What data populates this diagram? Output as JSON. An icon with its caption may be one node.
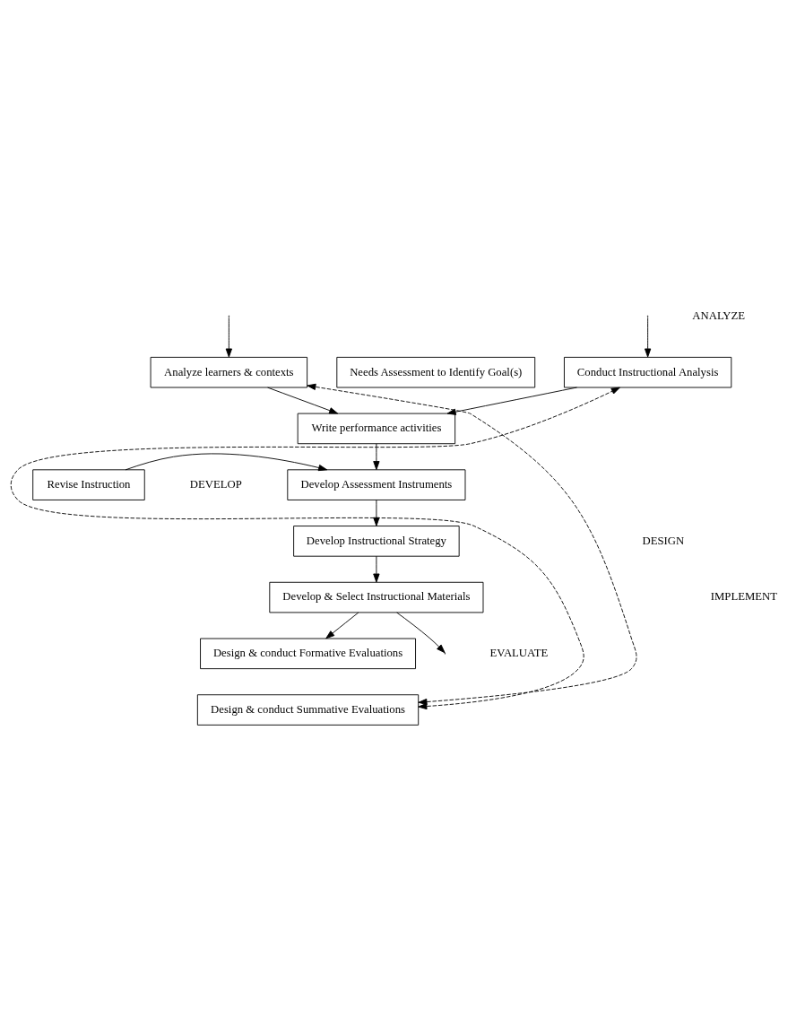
{
  "diagram": {
    "nodes": [
      {
        "text": [
          "Analyze learners & contexts"
        ]
      },
      {
        "text": [
          "Needs Assessment to Identify Goal(s)"
        ]
      },
      {
        "text": [
          "Conduct Instructional Analysis"
        ]
      },
      {
        "text": [
          "Write performance activities"
        ]
      },
      {
        "text": [
          "Develop Assessment Instruments"
        ]
      },
      {
        "text": [
          "Revise Instruction"
        ]
      },
      {
        "text": [
          "Develop Instructional Strategy"
        ]
      },
      {
        "text": [
          "Develop & Select Instructional Materials"
        ]
      },
      {
        "text": [
          "Design & conduct Formative Evaluations"
        ]
      },
      {
        "text": [
          "Design & conduct Summative Evaluations"
        ]
      }
    ],
    "edges": [
      {
        "from": null,
        "to": 0,
        "arrow": "to"
      },
      {
        "from": null,
        "to": 2,
        "arrow": "to"
      },
      {
        "from": 0,
        "to": 3,
        "arrow": "to"
      },
      {
        "from": 2,
        "to": 3,
        "arrow": "to"
      },
      {
        "from": 3,
        "to": 4,
        "arrow": "to"
      },
      {
        "from": 5,
        "to": 4,
        "arrow": "to"
      },
      {
        "from": 4,
        "to": 6,
        "arrow": "to"
      },
      {
        "from": 6,
        "to": 7,
        "arrow": "to"
      },
      {
        "from": 7,
        "to": 8,
        "arrow": "to"
      },
      {
        "from": 7,
        "to": null,
        "arrow": "to"
      },
      {
        "from": 9,
        "to": 0,
        "arrow": "both",
        "style": "dashed"
      },
      {
        "from": 9,
        "to": 2,
        "arrow": "both",
        "style": "dashed"
      }
    ],
    "labels": [
      "ANALYZE",
      "DEVELOP",
      "DESIGN",
      "IMPLEMENT",
      "EVALUATE"
    ]
  }
}
